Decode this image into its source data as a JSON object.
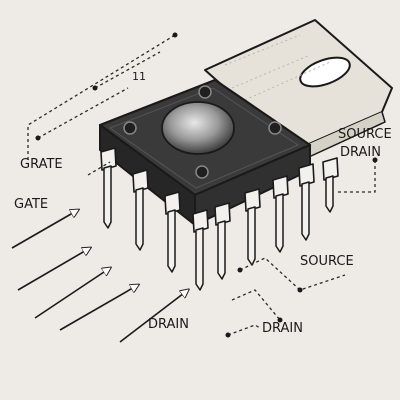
{
  "labels": {
    "top_number": "11",
    "grate": "GRATE",
    "gate": "GATE",
    "source_drain_1": "SOURCE",
    "source_drain_2": "DRAIN",
    "source": "SOURCE",
    "drain_left": "DRAIN",
    "drain_right": "DRAIN"
  },
  "colors": {
    "background": "#eeeae5",
    "chip_body": "#2f2f2f",
    "chip_top": "#3a3a3a",
    "pin": "#f2f1ee",
    "heatsink": "#e6e2da",
    "ink": "#1a1a1a"
  }
}
